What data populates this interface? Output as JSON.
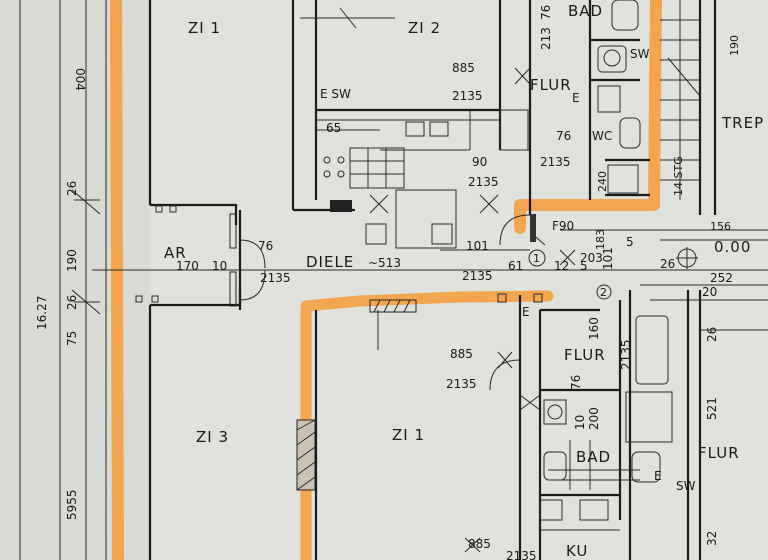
{
  "rooms": {
    "zi1_top": "ZI 1",
    "zi2": "ZI 2",
    "bad_top": "BAD",
    "sw_top": "SW",
    "flur_top": "FLUR",
    "e_top": "E",
    "wc": "WC",
    "trep": "TREP",
    "stg": "14 STG",
    "ar": "AR",
    "diele": "DIELE",
    "zi3": "ZI 3",
    "zi1_bottom": "ZI 1",
    "flur_mid": "FLUR",
    "bad_bottom": "BAD",
    "flur_right": "FLUR",
    "sw_bottom": "SW",
    "ku": "KU",
    "e_sw": "E SW",
    "e_mid": "E",
    "f90": "F90",
    "e_low": "E"
  },
  "dimensions": {
    "left_004": "004",
    "left_1627": "16.27",
    "left_75": "75",
    "left_26a": "26",
    "left_190": "190",
    "left_26b": "26",
    "left_5955": "5955",
    "dim_65": "65",
    "dim_885a": "885",
    "dim_2135a": "2135",
    "dim_90": "90",
    "dim_2135b": "2135",
    "dim_76a": "76",
    "dim_2135c": "2135",
    "dim_76b": "76",
    "dim_2135d": "2135",
    "dim_170": "170",
    "dim_10": "10",
    "diele_len": "~513",
    "dim_101": "101",
    "dim_2135e": "2135",
    "dim_61": "61",
    "dim_12": "12",
    "dim_5": "5",
    "dim_203": "203",
    "dim_101b": "101",
    "dim_5b": "5",
    "dim_26": "26",
    "dim_252": "252",
    "elev": "0.00",
    "dim_156": "156",
    "dim_26c": "26",
    "dim_20": "20",
    "dim_885b": "885",
    "dim_2135f": "2135",
    "dim_160": "160",
    "dim_76c": "76",
    "dim_2135g": "2135",
    "dim_2000": "200",
    "dim_10b": "10",
    "dim_521": "521",
    "dim_32": "32",
    "dim_885c": "885",
    "dim_2135h": "2135",
    "dim_213a": "213",
    "dim_76d": "76",
    "dim_190r": "190",
    "dim_240": "240",
    "dim_183": "183",
    "circle_1": "1",
    "circle_2": "2"
  },
  "highlight_color": "#f79a36"
}
